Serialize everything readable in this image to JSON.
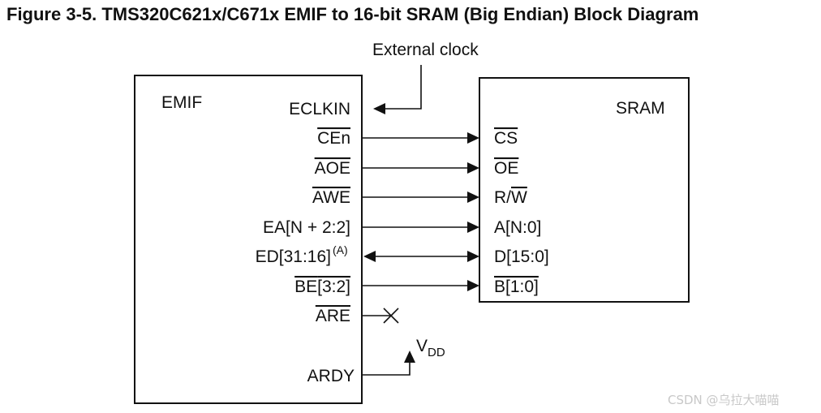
{
  "title": "Figure 3-5. TMS320C621x/C671x EMIF to 16-bit SRAM (Big Endian) Block Diagram",
  "external_clock": "External clock",
  "emif": {
    "name": "EMIF",
    "signals": {
      "eclkin": "ECLKIN",
      "cen": "CEn",
      "aoe": "AOE",
      "awe": "AWE",
      "ea": "EA[N + 2:2]",
      "ed": "ED[31:16]",
      "ed_note": "(A)",
      "be_prefix": "BE",
      "be_range": "[3:2]",
      "are": "ARE",
      "ardy": "ARDY"
    }
  },
  "sram": {
    "name": "SRAM",
    "signals": {
      "cs": "CS",
      "oe": "OE",
      "rw_r": "R/",
      "rw_w": "W",
      "a": "A[N:0]",
      "d": "D[15:0]",
      "b_prefix": "B",
      "b_range": "[1:0]"
    }
  },
  "vdd": {
    "base": "V",
    "sub": "DD"
  },
  "watermark": "CSDN @乌拉大喵喵"
}
